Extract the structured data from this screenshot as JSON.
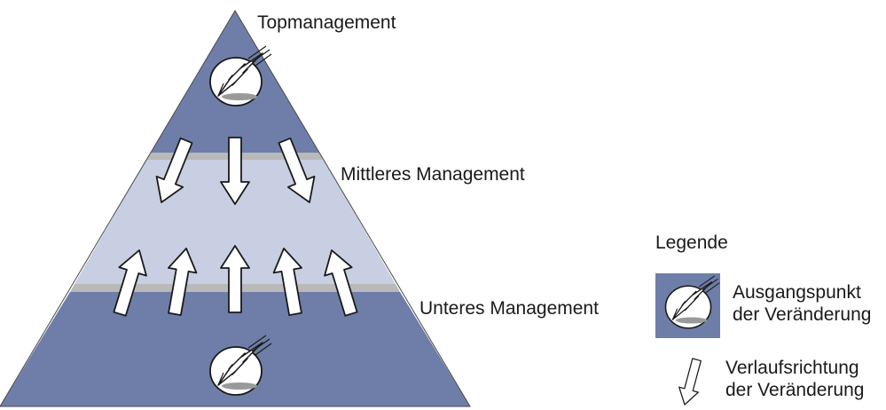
{
  "levels": {
    "top": "Topmanagement",
    "middle": "Mittleres Management",
    "lower": "Unteres Management"
  },
  "legend": {
    "title": "Legende",
    "start_point": [
      "Ausgangspunkt",
      "der Veränderung"
    ],
    "direction": [
      "Verlaufsrichtung",
      "der Veränderung"
    ]
  },
  "colors": {
    "dark_tier": "#6e7ea9",
    "light_tier": "#c8cfe3",
    "separator": "#b9b9b9",
    "arrow_fill": "#ffffff",
    "outline": "#1a1a1a"
  },
  "icons": {
    "origin": "lightning-origin-icon",
    "direction": "down-arrow-icon"
  }
}
